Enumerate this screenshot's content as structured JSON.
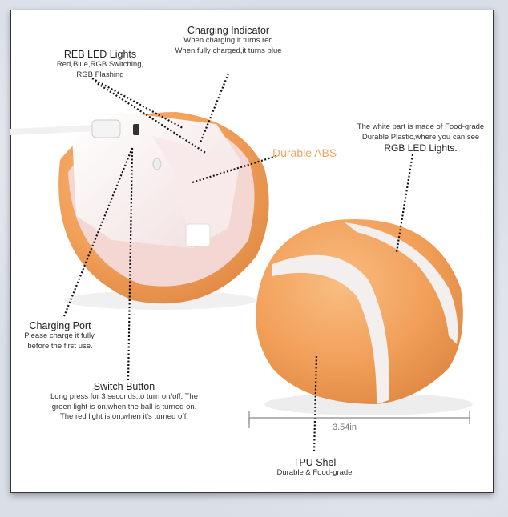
{
  "labels": {
    "charging_indicator": {
      "title": "Charging Indicator",
      "lines": [
        "When charging,it turns red",
        "When fully charged,it turns blue"
      ]
    },
    "reb_led": {
      "title": "REB LED Lights",
      "lines": [
        "Red,Blue,RGB Switching,",
        "RGB Flashing"
      ]
    },
    "durable_abs": "Durable ABS",
    "white_part": {
      "lines": [
        "The white part is made of Food-grade",
        "Durable Plastic,where you can see"
      ],
      "title": "RGB LED Lights."
    },
    "charging_port": {
      "title": "Charging Port",
      "lines": [
        "Please charge it fully,",
        "before the first use."
      ]
    },
    "switch_button": {
      "title": "Switch Button",
      "lines": [
        "Long press for 3 seconds,to turn on/off. The",
        "green light is on,when the ball is turned on.",
        "The red light is on,when it's turned off."
      ]
    },
    "dimension": "3.54in",
    "tpu_shell": {
      "title": "TPU Shel",
      "lines": [
        "Durable & Food-grade"
      ]
    }
  },
  "colors": {
    "orange": "#f3a15a",
    "accent_text": "#f0a561",
    "background": "#dde2ea"
  }
}
